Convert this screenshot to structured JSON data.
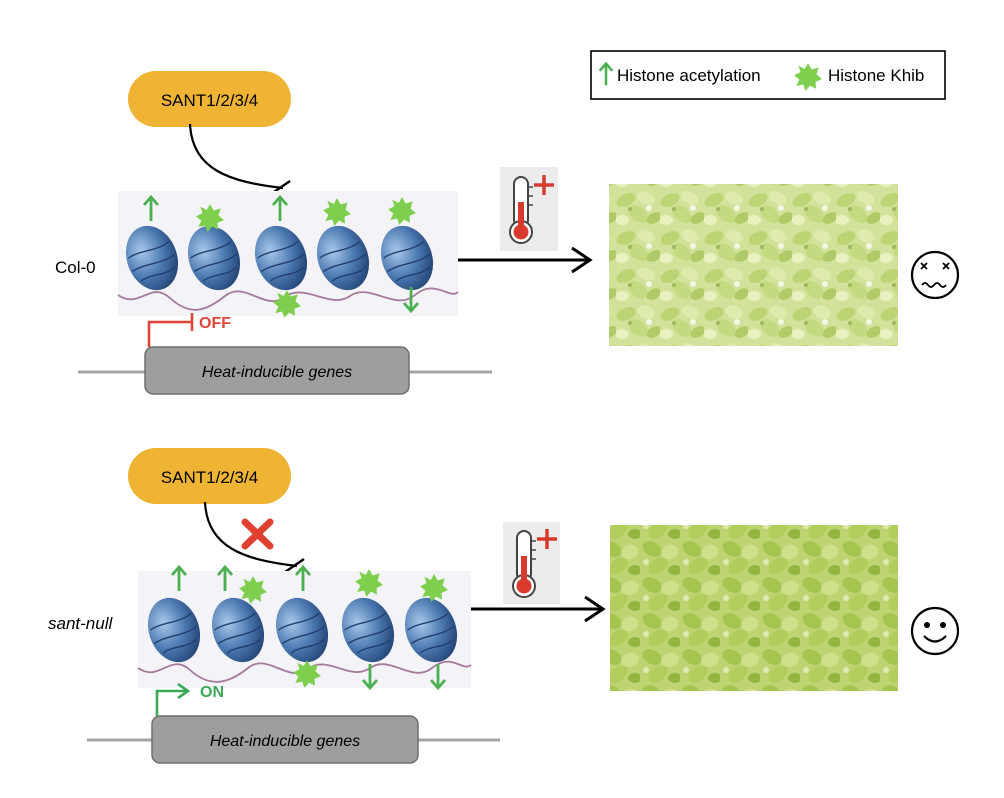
{
  "legend": {
    "acetylation_label": "Histone acetylation",
    "khib_label": "Histone Khib"
  },
  "panels": [
    {
      "id": "col0",
      "genotype_label": "Col-0",
      "repressor_label": "SANT1/2/3/4",
      "repression_blocked": false,
      "gene_label": "Heat-inducible genes",
      "promoter_state": "OFF",
      "outcome_face": "distressed-face"
    },
    {
      "id": "sant-null",
      "genotype_label": "sant-null",
      "repressor_label": "SANT1/2/3/4",
      "repression_blocked": true,
      "gene_label": "Heat-inducible genes",
      "promoter_state": "ON",
      "outcome_face": "happy-face"
    }
  ],
  "colors": {
    "sant_fill": "#f0b434",
    "acetylation_arrow": "#4caf50",
    "khib_star": "#7fcf4f",
    "off_red": "#e04436",
    "on_green": "#3aa856",
    "nucleosome_blue": "#4a78b0",
    "gene_box": "#9a9a9a",
    "x_mark": "#e04030"
  },
  "icons": [
    "thermometer-heat-icon",
    "nucleosome-icon",
    "acetylation-arrow-icon",
    "khib-star-icon",
    "seedlings-photo"
  ]
}
